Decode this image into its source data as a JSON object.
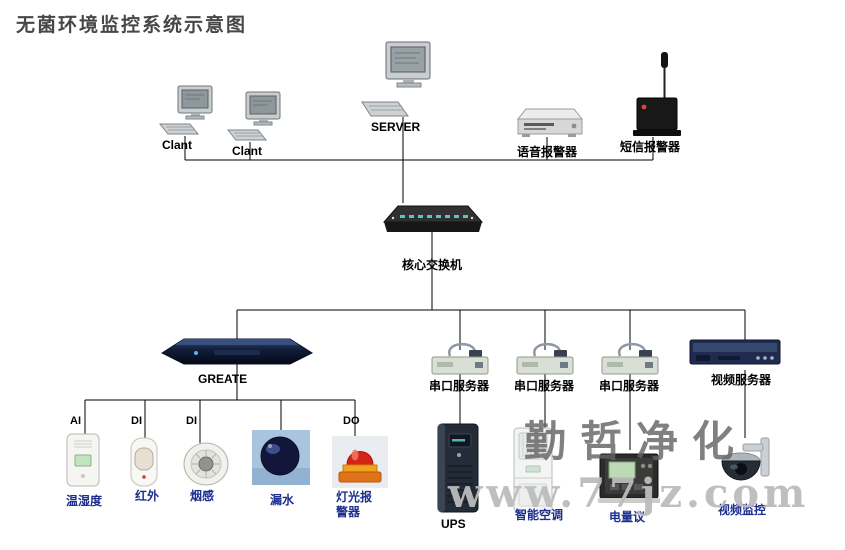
{
  "title": "无菌环境监控系统示意图",
  "top_row": {
    "client1": "Clant",
    "client2": "Clant",
    "server": "SERVER",
    "voice_alarm": "语音报警器",
    "sms_alarm": "短信报警器"
  },
  "core_switch": "核心交换机",
  "mid_row": {
    "greate": "GREATE",
    "serial_server_1": "串口服务器",
    "serial_server_2": "串口服务器",
    "serial_server_3": "串口服务器",
    "video_server": "视频服务器"
  },
  "io_ports": {
    "ai": "AI",
    "di1": "DI",
    "di2": "DI",
    "do": "DO"
  },
  "sensors": {
    "temp_humidity": "温湿度",
    "infrared": "红外",
    "smoke": "烟感",
    "water_leak": "漏水",
    "light_alarm": "灯光报警器"
  },
  "endpoints": {
    "ups": "UPS",
    "smart_ac": "智能空调",
    "power_meter": "电量议",
    "video_monitor": "视频监控"
  },
  "watermark": {
    "brand": "勤哲净化",
    "site": "www.77jz.com"
  },
  "colors": {
    "label_blue": "#1c2e8e",
    "line": "#000000"
  }
}
